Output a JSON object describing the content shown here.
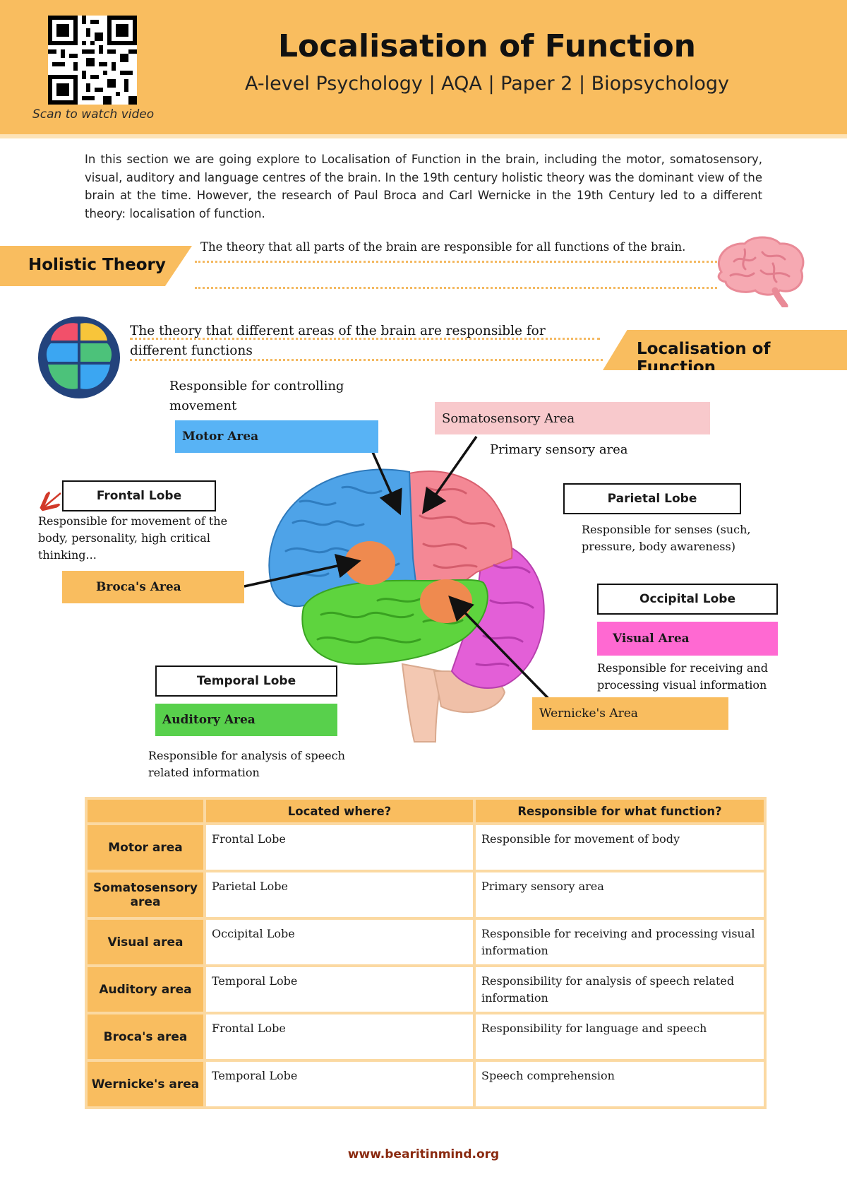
{
  "header": {
    "title": "Localisation of Function",
    "subtitle": "A-level Psychology | AQA | Paper 2 | Biopsychology",
    "qr_caption": "Scan to watch video",
    "bg_color": "#f9bd5f"
  },
  "intro": "In this section we are going explore to Localisation of Function in the brain, including the motor, somatosensory, visual, auditory and language centres of the brain. In the 19th century holistic theory was the dominant view of the brain at the time. However, the research of Paul Broca and Carl Wernicke in the 19th Century led to a different theory: localisation of function.",
  "holistic": {
    "label": "Holistic Theory",
    "definition": "The theory that all parts of the brain are responsible for all functions of the brain."
  },
  "localisation": {
    "label": "Localisation of Function",
    "definition": "The theory that different areas of the brain are responsible for different functions"
  },
  "diagram": {
    "motor": {
      "desc": "Responsible for controlling movement",
      "label": "Motor Area"
    },
    "somatosensory": {
      "label": "Somatosensory Area",
      "desc": "Primary sensory area"
    },
    "frontal": {
      "label": "Frontal Lobe",
      "desc": "Responsible for movement of the body, personality, high critical thinking..."
    },
    "parietal": {
      "label": "Parietal Lobe",
      "desc": "Responsible for senses (such, pressure, body awareness)"
    },
    "broca": {
      "label": "Broca's Area"
    },
    "occipital": {
      "label": "Occipital Lobe",
      "area": "Visual Area",
      "desc": "Responsible for receiving and processing visual information"
    },
    "temporal": {
      "label": "Temporal Lobe",
      "area": "Auditory Area",
      "desc": "Responsible for analysis of speech related information"
    },
    "wernicke": {
      "label": "Wernicke's Area"
    },
    "colors": {
      "motor": "#58b3f5",
      "somatosensory": "#f8c9cc",
      "broca": "#f9bd5f",
      "visual": "#ff69d2",
      "auditory": "#58d04c",
      "wernicke": "#f9bd5f"
    }
  },
  "table": {
    "headers": [
      "",
      "Located where?",
      "Responsible for what function?"
    ],
    "rows": [
      {
        "area": "Motor area",
        "location": "Frontal Lobe",
        "function": "Responsible for movement of body"
      },
      {
        "area": "Somatosensory area",
        "location": "Parietal Lobe",
        "function": "Primary sensory area"
      },
      {
        "area": "Visual area",
        "location": "Occipital Lobe",
        "function": "Responsible for receiving and processing visual information"
      },
      {
        "area": "Auditory area",
        "location": "Temporal Lobe",
        "function": "Responsibility for analysis of speech related information"
      },
      {
        "area": "Broca's area",
        "location": "Frontal Lobe",
        "function": "Responsibility for language and speech"
      },
      {
        "area": "Wernicke's area",
        "location": "Temporal Lobe",
        "function": "Speech comprehension"
      }
    ]
  },
  "footer": "www.bearitinmind.org"
}
